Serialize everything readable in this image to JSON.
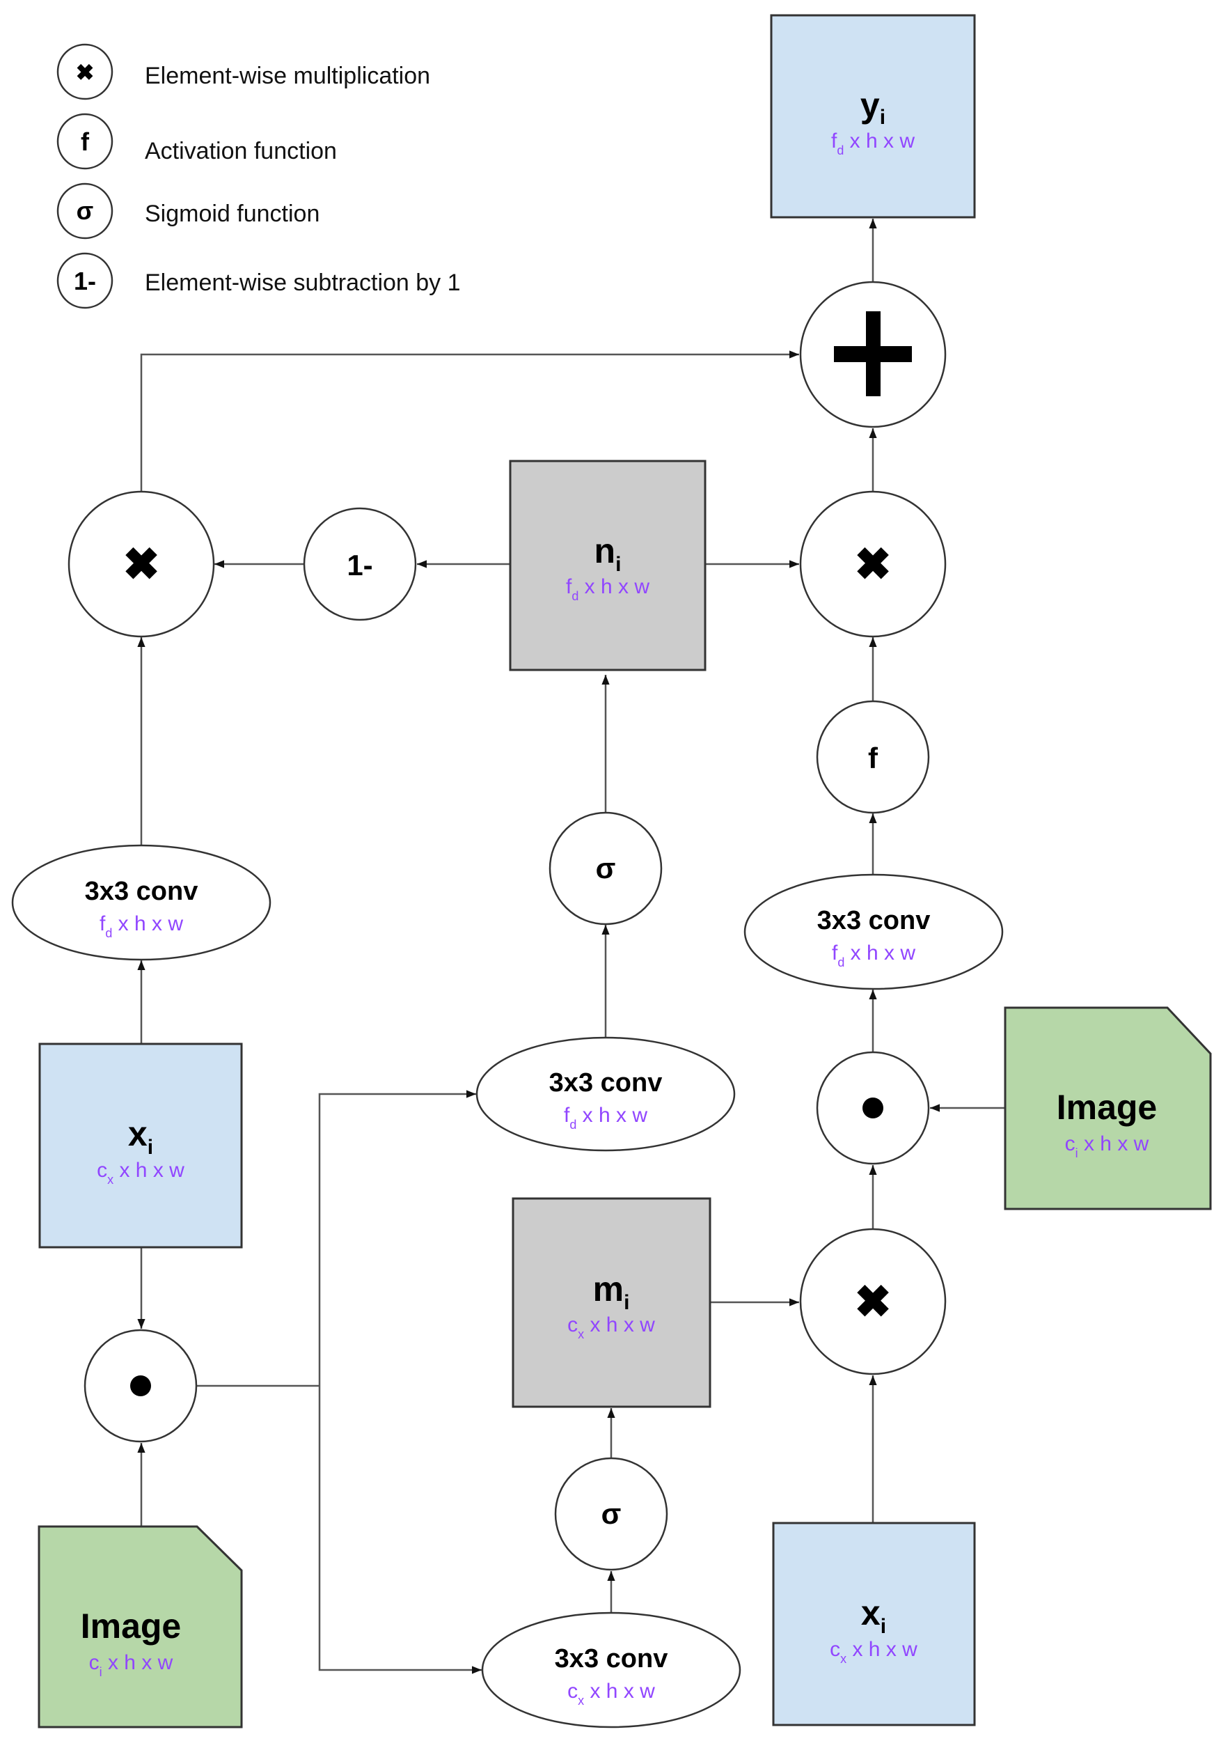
{
  "legend": [
    {
      "symbol": "✖",
      "icon": "multiply-icon",
      "label": "Element-wise multiplication"
    },
    {
      "symbol": "f",
      "icon": "activation-icon",
      "label": "Activation function"
    },
    {
      "symbol": "σ",
      "icon": "sigmoid-icon",
      "label": "Sigmoid function"
    },
    {
      "symbol": "1-",
      "icon": "one-minus-icon",
      "label": "Element-wise subtraction by 1"
    }
  ],
  "colors": {
    "tensor_blue": "#cfe2f3",
    "gate_grey": "#cccccc",
    "image_green": "#b6d7a8",
    "dimension_purple": "#9146ff",
    "stroke": "#333333"
  },
  "nodes": {
    "y_out": {
      "name": "y",
      "sub": "i",
      "dim": {
        "base": "f",
        "sub": "d",
        "rest": " x h x w"
      }
    },
    "n_gate": {
      "name": "n",
      "sub": "i",
      "dim": {
        "base": "f",
        "sub": "d",
        "rest": " x h x w"
      }
    },
    "m_gate": {
      "name": "m",
      "sub": "i",
      "dim": {
        "base": "c",
        "sub": "x",
        "rest": " x h x w"
      }
    },
    "x_left": {
      "name": "x",
      "sub": "i",
      "dim": {
        "base": "c",
        "sub": "x",
        "rest": " x h x w"
      }
    },
    "x_right": {
      "name": "x",
      "sub": "i",
      "dim": {
        "base": "c",
        "sub": "x",
        "rest": " x h x w"
      }
    },
    "image_left": {
      "name": "Image",
      "dim": {
        "base": "c",
        "sub": "i",
        "rest": " x h x w"
      }
    },
    "image_right": {
      "name": "Image",
      "dim": {
        "base": "c",
        "sub": "i",
        "rest": " x h x w"
      }
    },
    "conv_left": {
      "name": "3x3 conv",
      "dim": {
        "base": "f",
        "sub": "d",
        "rest": " x h x w"
      }
    },
    "conv_right": {
      "name": "3x3 conv",
      "dim": {
        "base": "f",
        "sub": "d",
        "rest": " x h x w"
      }
    },
    "conv_mid": {
      "name": "3x3 conv",
      "dim": {
        "base": "f",
        "sub": "d",
        "rest": " x h x w"
      }
    },
    "conv_bottom": {
      "name": "3x3 conv",
      "dim": {
        "base": "c",
        "sub": "x",
        "rest": " x h x w"
      }
    }
  },
  "operators": {
    "plus": "+",
    "multiply": "✖",
    "one_minus": "1-",
    "activation": "f",
    "sigmoid": "σ",
    "dot": "●"
  }
}
